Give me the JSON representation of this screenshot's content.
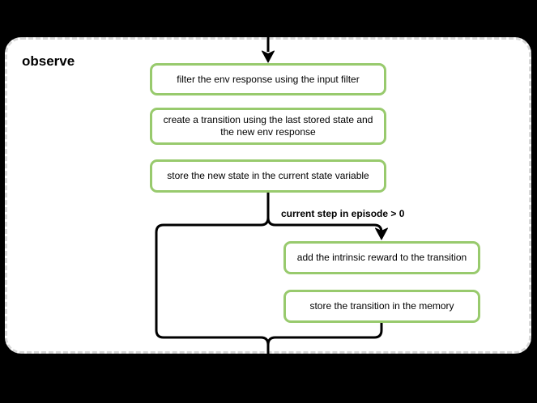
{
  "diagram": {
    "group_title": "observe",
    "branch_label": "current step in episode > 0",
    "nodes": [
      {
        "id": "filter-env-response",
        "label": "filter the env response using the input filter"
      },
      {
        "id": "create-transition",
        "label": "create a transition using the last stored state and the new env response"
      },
      {
        "id": "store-new-state",
        "label": "store the new state in the current state variable"
      },
      {
        "id": "add-intrinsic-reward",
        "label": "add the intrinsic reward to the transition"
      },
      {
        "id": "store-transition",
        "label": "store the transition in the memory"
      }
    ],
    "colors": {
      "background": "#000000",
      "group_fill": "#ffffff",
      "group_border": "#d9d9d9",
      "node_border": "#98ca6d",
      "node_fill": "#ffffff",
      "edge": "#000000",
      "text": "#000000"
    }
  }
}
